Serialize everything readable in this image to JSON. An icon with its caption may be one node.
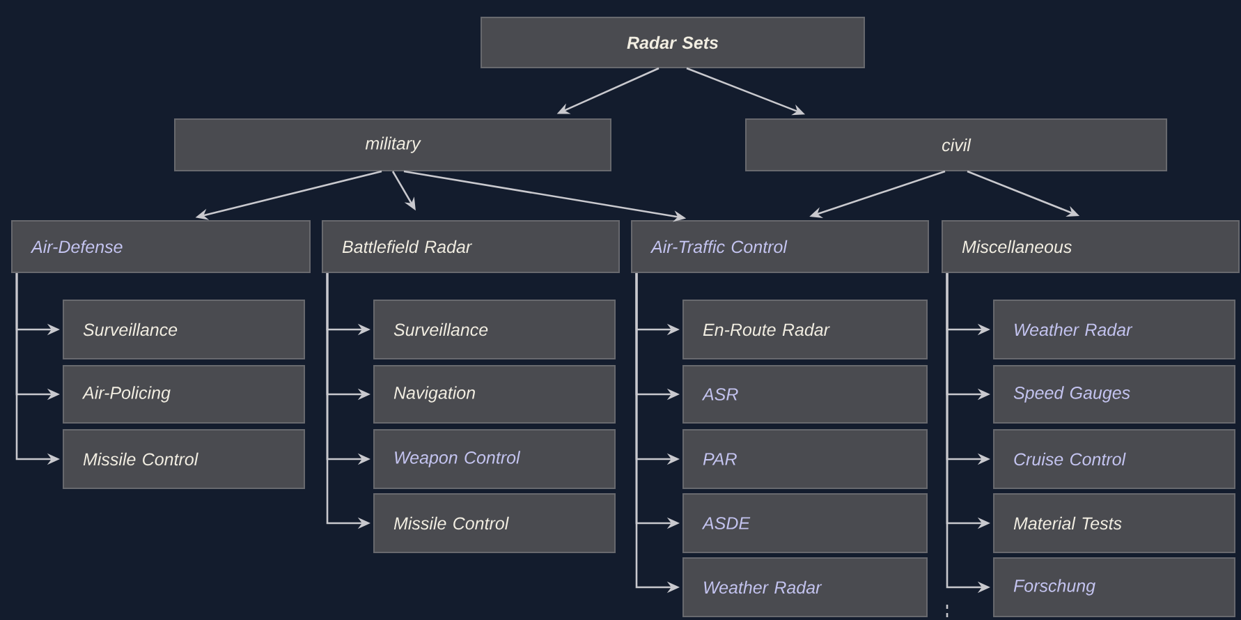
{
  "diagram": {
    "nodes": [
      {
        "text": [
          "Radar Sets"
        ]
      },
      {
        "text": [
          "military"
        ]
      },
      {
        "text": [
          "civil"
        ]
      },
      {
        "text": [
          "Air-Defense"
        ]
      },
      {
        "text": [
          "Battlefield Radar"
        ]
      },
      {
        "text": [
          "Air-Traffic Control"
        ]
      },
      {
        "text": [
          "Miscellaneous"
        ]
      },
      {
        "text": [
          "Surveillance"
        ]
      },
      {
        "text": [
          "Air-Policing"
        ]
      },
      {
        "text": [
          "Missile Control"
        ]
      },
      {
        "text": [
          "Surveillance"
        ]
      },
      {
        "text": [
          "Navigation"
        ]
      },
      {
        "text": [
          "Weapon Control"
        ]
      },
      {
        "text": [
          "Missile Control"
        ]
      },
      {
        "text": [
          "En-Route Radar"
        ]
      },
      {
        "text": [
          "ASR"
        ]
      },
      {
        "text": [
          "PAR"
        ]
      },
      {
        "text": [
          "ASDE"
        ]
      },
      {
        "text": [
          "Weather Radar"
        ]
      },
      {
        "text": [
          "Weather Radar"
        ]
      },
      {
        "text": [
          "Speed Gauges"
        ]
      },
      {
        "text": [
          "Cruise Control"
        ]
      },
      {
        "text": [
          "Material Tests"
        ]
      },
      {
        "text": [
          "Forschung"
        ]
      }
    ],
    "edges": [
      {
        "from": 0,
        "to": 1,
        "arrow": "to"
      },
      {
        "from": 0,
        "to": 2,
        "arrow": "to"
      },
      {
        "from": 1,
        "to": 3,
        "arrow": "to"
      },
      {
        "from": 1,
        "to": 4,
        "arrow": "to"
      },
      {
        "from": 1,
        "to": 5,
        "arrow": "to"
      },
      {
        "from": 2,
        "to": 5,
        "arrow": "to"
      },
      {
        "from": 2,
        "to": 6,
        "arrow": "to"
      },
      {
        "from": 3,
        "to": 7,
        "arrow": "to"
      },
      {
        "from": 3,
        "to": 8,
        "arrow": "to"
      },
      {
        "from": 3,
        "to": 9,
        "arrow": "to"
      },
      {
        "from": 4,
        "to": 10,
        "arrow": "to"
      },
      {
        "from": 4,
        "to": 11,
        "arrow": "to"
      },
      {
        "from": 4,
        "to": 12,
        "arrow": "to"
      },
      {
        "from": 4,
        "to": 13,
        "arrow": "to"
      },
      {
        "from": 5,
        "to": 14,
        "arrow": "to"
      },
      {
        "from": 5,
        "to": 15,
        "arrow": "to"
      },
      {
        "from": 5,
        "to": 16,
        "arrow": "to"
      },
      {
        "from": 5,
        "to": 17,
        "arrow": "to"
      },
      {
        "from": 5,
        "to": 18,
        "arrow": "to"
      },
      {
        "from": 6,
        "to": 19,
        "arrow": "to"
      },
      {
        "from": 6,
        "to": 20,
        "arrow": "to"
      },
      {
        "from": 6,
        "to": 21,
        "arrow": "to"
      },
      {
        "from": 6,
        "to": 22,
        "arrow": "to"
      },
      {
        "from": 6,
        "to": 23,
        "arrow": "to"
      }
    ]
  }
}
